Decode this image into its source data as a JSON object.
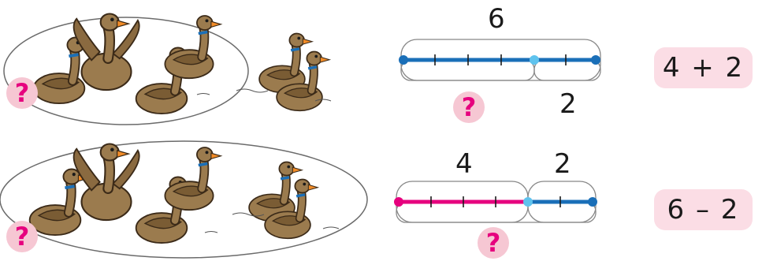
{
  "rows": [
    {
      "question_mark": "?",
      "group_left_ducks": 4,
      "group_right_ducks": 2,
      "enclosure": "left-group",
      "number_line": {
        "total_segments": 6,
        "part_a_segments": 4,
        "part_b_segments": 2,
        "top_label": "6",
        "bottom_left_label": "?",
        "bottom_right_label": "2",
        "part_a_color": "#1a6fb8",
        "part_b_color": "#1a6fb8"
      },
      "expression": "4 + 2"
    },
    {
      "question_mark": "?",
      "group_left_ducks": 4,
      "group_right_ducks": 2,
      "enclosure": "all",
      "number_line": {
        "total_segments": 6,
        "part_a_segments": 4,
        "part_b_segments": 2,
        "top_left_label": "4",
        "top_right_label": "2",
        "bottom_label": "?",
        "part_a_color": "#e6007e",
        "part_b_color": "#1a6fb8"
      },
      "expression": "6 – 2"
    }
  ],
  "colors": {
    "blue": "#1a6fb8",
    "pink": "#e6007e",
    "light_blue_dot": "#5fc3ee",
    "badge_bg": "#f6c7d3",
    "expr_bg": "#fbdde5",
    "duck_body": "#9b7b4e",
    "duck_outline": "#3b2a18",
    "beak": "#f28c28"
  }
}
